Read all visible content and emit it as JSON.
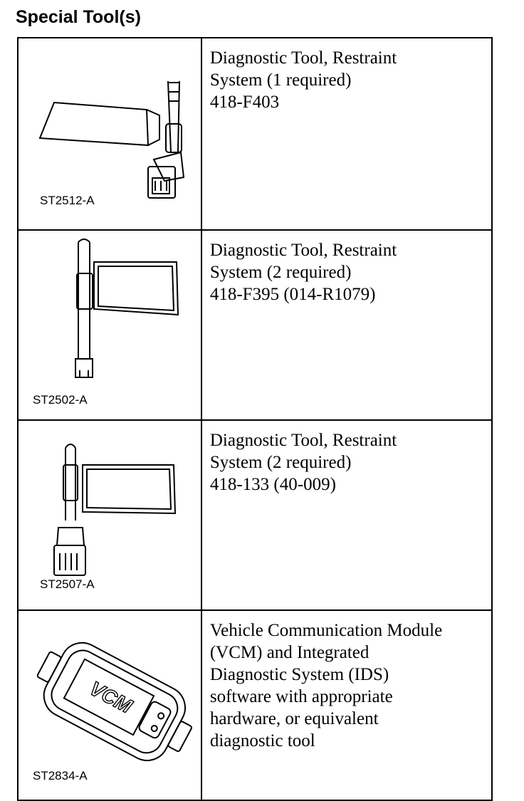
{
  "heading": "Special Tool(s)",
  "tools": [
    {
      "figure_id": "ST2512-A",
      "description": "Diagnostic Tool, Restraint\nSystem (1 required)\n418-F403"
    },
    {
      "figure_id": "ST2502-A",
      "description": "Diagnostic Tool, Restraint\nSystem (2 required)\n418-F395 (014-R1079)"
    },
    {
      "figure_id": "ST2507-A",
      "description": "Diagnostic Tool, Restraint\nSystem (2 required)\n418-133 (40-009)"
    },
    {
      "figure_id": "ST2834-A",
      "description": "Vehicle Communication Module\n(VCM) and Integrated\nDiagnostic System (IDS)\nsoftware with appropriate\nhardware, or equivalent\ndiagnostic tool",
      "figure_text": "VCM"
    }
  ]
}
